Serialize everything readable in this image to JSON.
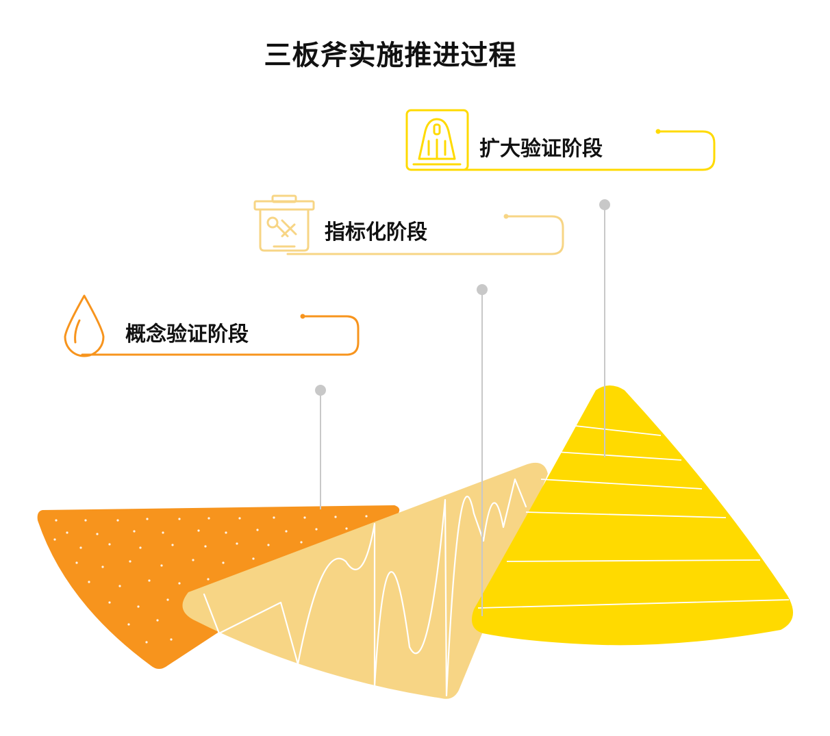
{
  "title": "三板斧实施推进过程",
  "colors": {
    "stage_1": "#F7941D",
    "stage_2": "#F7D585",
    "stage_3": "#FFDA00",
    "connector": "#C8C8C8",
    "text": "#111111"
  },
  "stages": [
    {
      "label": "概念验证阶段",
      "icon": "water-drop-icon"
    },
    {
      "label": "指标化阶段",
      "icon": "bucket-icon"
    },
    {
      "label": "扩大验证阶段",
      "icon": "bell-icon"
    }
  ]
}
